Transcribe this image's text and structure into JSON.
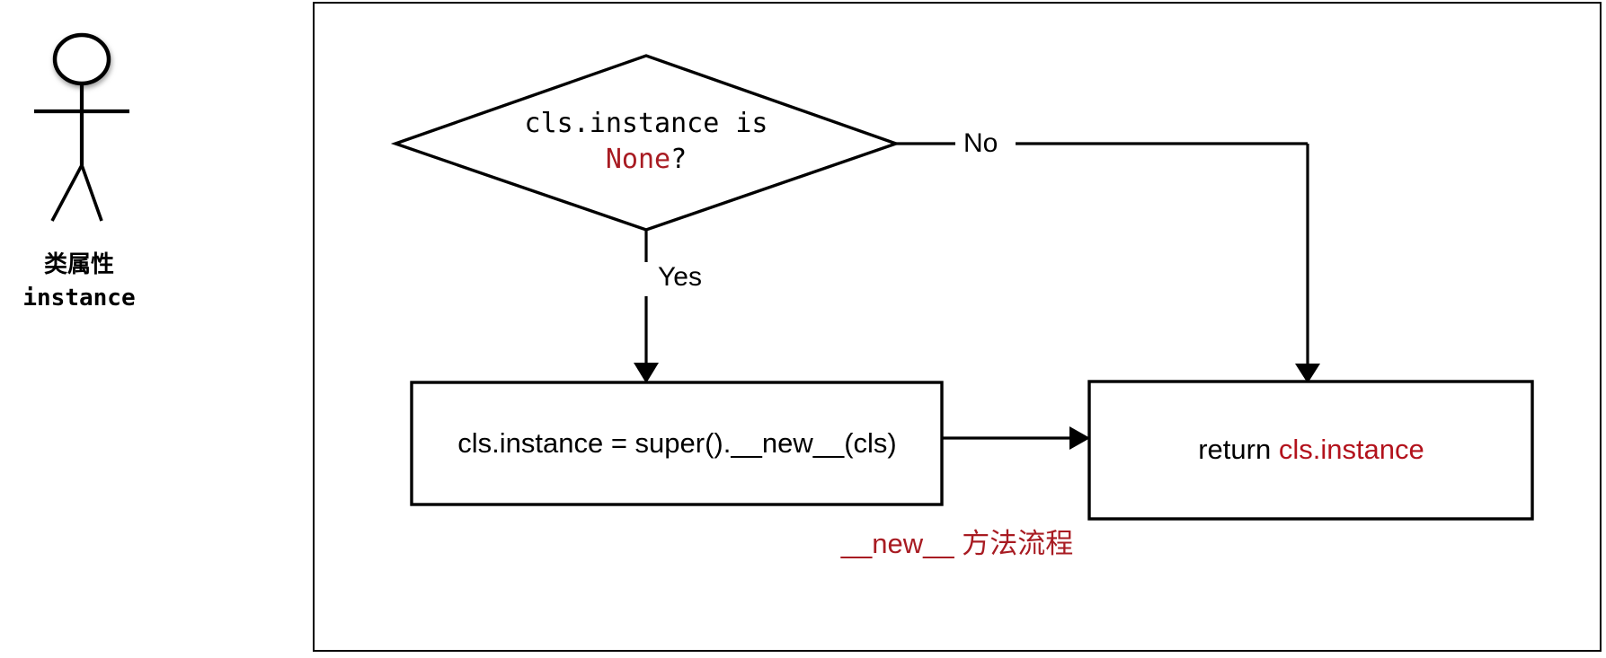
{
  "figure": {
    "actor": {
      "icon": "stick-figure-actor",
      "label_cn": "类属性",
      "label_attr": "instance"
    },
    "caption": {
      "method": "__new__",
      "text_cn": " 方法流程",
      "color": "#a81b22"
    },
    "colors": {
      "stroke": "#000000",
      "background": "#ffffff",
      "accent_red": "#b3121c",
      "caption_red": "#a81b22"
    }
  },
  "flow": {
    "decision": {
      "line1": "cls.instance is",
      "keyword": "None",
      "suffix": "?"
    },
    "edges": {
      "yes_label": "Yes",
      "no_label": "No"
    },
    "process_box": {
      "text": "cls.instance = super().__new__(cls)"
    },
    "return_box": {
      "prefix": "return ",
      "value": "cls.instance"
    }
  },
  "chart_data": {
    "type": "diagram",
    "title": "__new__ 方法流程",
    "nodes": [
      {
        "id": "decision",
        "shape": "diamond",
        "label": "cls.instance is None?"
      },
      {
        "id": "process",
        "shape": "rectangle",
        "label": "cls.instance = super().__new__(cls)"
      },
      {
        "id": "return",
        "shape": "rectangle",
        "label": "return cls.instance"
      },
      {
        "id": "actor",
        "shape": "stick-figure",
        "label": "类属性 instance"
      }
    ],
    "edges": [
      {
        "from": "decision",
        "to": "process",
        "label": "Yes"
      },
      {
        "from": "decision",
        "to": "return",
        "label": "No"
      },
      {
        "from": "process",
        "to": "return",
        "label": ""
      }
    ]
  }
}
